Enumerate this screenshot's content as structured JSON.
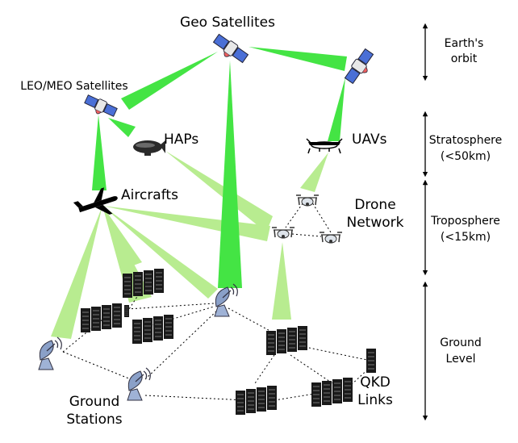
{
  "labels": {
    "geo_satellites": "Geo Satellites",
    "leo_meo_satellites": "LEO/MEO Satellites",
    "haps": "HAPs",
    "uavs": "UAVs",
    "aircrafts": "Aircrafts",
    "drone_network_line1": "Drone",
    "drone_network_line2": "Network",
    "ground_stations_line1": "Ground",
    "ground_stations_line2": "Stations",
    "qkd_links_line1": "QKD",
    "qkd_links_line2": "Links"
  },
  "layers": [
    {
      "line1": "Earth's",
      "line2": "orbit"
    },
    {
      "line1": "Stratosphere",
      "line2": "(<50km)"
    },
    {
      "line1": "Troposphere",
      "line2": "(<15km)"
    },
    {
      "line1": "Ground",
      "line2": "Level"
    }
  ],
  "colors": {
    "strong_link": "#44e444",
    "soft_link": "#b8ec90",
    "server": "#1a1a1a",
    "dish": "#8aa0c8",
    "satellite_panel": "#4a6fd6"
  }
}
